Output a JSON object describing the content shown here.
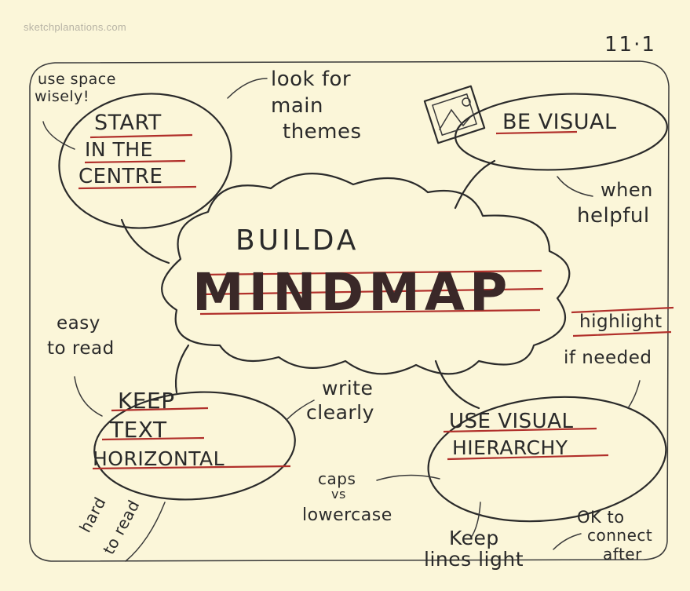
{
  "watermark": "sketchplanations.com",
  "page_number": "11·1",
  "center": {
    "line1": "BUILDA",
    "line2": "MINDMAP"
  },
  "nodes": {
    "start": {
      "lines": [
        "START",
        "IN THE",
        "CENTRE"
      ]
    },
    "visual": {
      "label": "BE VISUAL"
    },
    "horizontal": {
      "lines": [
        "KEEP",
        "TEXT",
        "HORIZONTAL"
      ]
    },
    "hierarchy": {
      "lines": [
        "USE VISUAL",
        "HIERARCHY"
      ]
    }
  },
  "notes": {
    "use_space": [
      "use space",
      "wisely!"
    ],
    "main_themes": [
      "look for",
      "main",
      "themes"
    ],
    "when_helpful": [
      "when",
      "helpful"
    ],
    "highlight": [
      "highlight",
      "if needed"
    ],
    "easy_to_read": [
      "easy",
      "to read"
    ],
    "write_clearly": [
      "write",
      "clearly"
    ],
    "caps": [
      "caps",
      "vs",
      "lowercase"
    ],
    "hard_to_read": [
      "hard",
      "to read"
    ],
    "lines_light": [
      "Keep",
      "lines light"
    ],
    "connect_after": [
      "OK to",
      "connect",
      "after"
    ]
  },
  "colors": {
    "paper": "#fbf6d9",
    "ink": "#2b2b2b",
    "accent_red": "#b1302b",
    "watermark": "#b8b4a6"
  }
}
